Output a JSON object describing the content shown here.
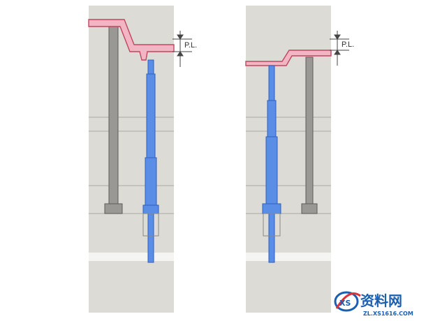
{
  "labels": {
    "parting_line_left": "P.L.",
    "parting_line_right": "P.L."
  },
  "watermark": {
    "brand_cn": "资料网",
    "domain": "ZL.XS1616.COM",
    "logo_icon": "xs-swirl-logo-icon"
  },
  "colors": {
    "mold_plate": "#dcdbd6",
    "plate_line": "#b5b4ae",
    "part_pink": "#f2b5c4",
    "part_outline": "#c0475f",
    "pin_blue": "#5a8ee6",
    "pin_blue_dark": "#2f5fbe",
    "pin_gray": "#9a9894",
    "pin_gray_dark": "#5d5b58",
    "background": "#ffffff",
    "watermark_blue": "#1b5fb0",
    "watermark_red": "#d8343a"
  }
}
